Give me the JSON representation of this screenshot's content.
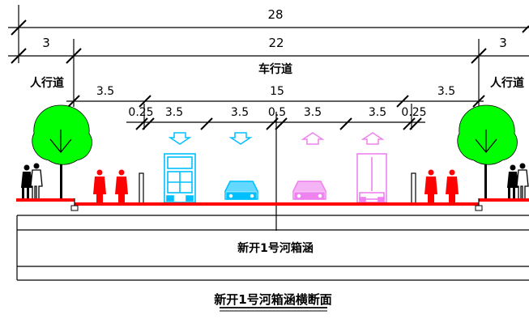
{
  "dims": {
    "total": "28",
    "sidewalk_left": "3",
    "carriageway": "22",
    "sidewalk_right": "3",
    "lane_group_left": "3.5",
    "center_span": "15",
    "lane_group_right": "3.5",
    "strip_left": "0.25",
    "lane_1": "3.5",
    "lane_2": "3.5",
    "median": "0.5",
    "lane_3": "3.5",
    "lane_4": "3.5",
    "strip_right": "0.25"
  },
  "labels": {
    "sidewalk_left": "人行道",
    "carriageway": "车行道",
    "sidewalk_right": "人行道",
    "culvert": "新开1号河箱涵",
    "title": "新开1号河箱涵横断面"
  },
  "colors": {
    "road": "#ff0000",
    "tree": "#00ff00",
    "truck": "#00bfff",
    "car_left": "#00bfff",
    "car_right": "#ee82ee",
    "van": "#ee82ee",
    "pedestrian": "#ff0000"
  }
}
